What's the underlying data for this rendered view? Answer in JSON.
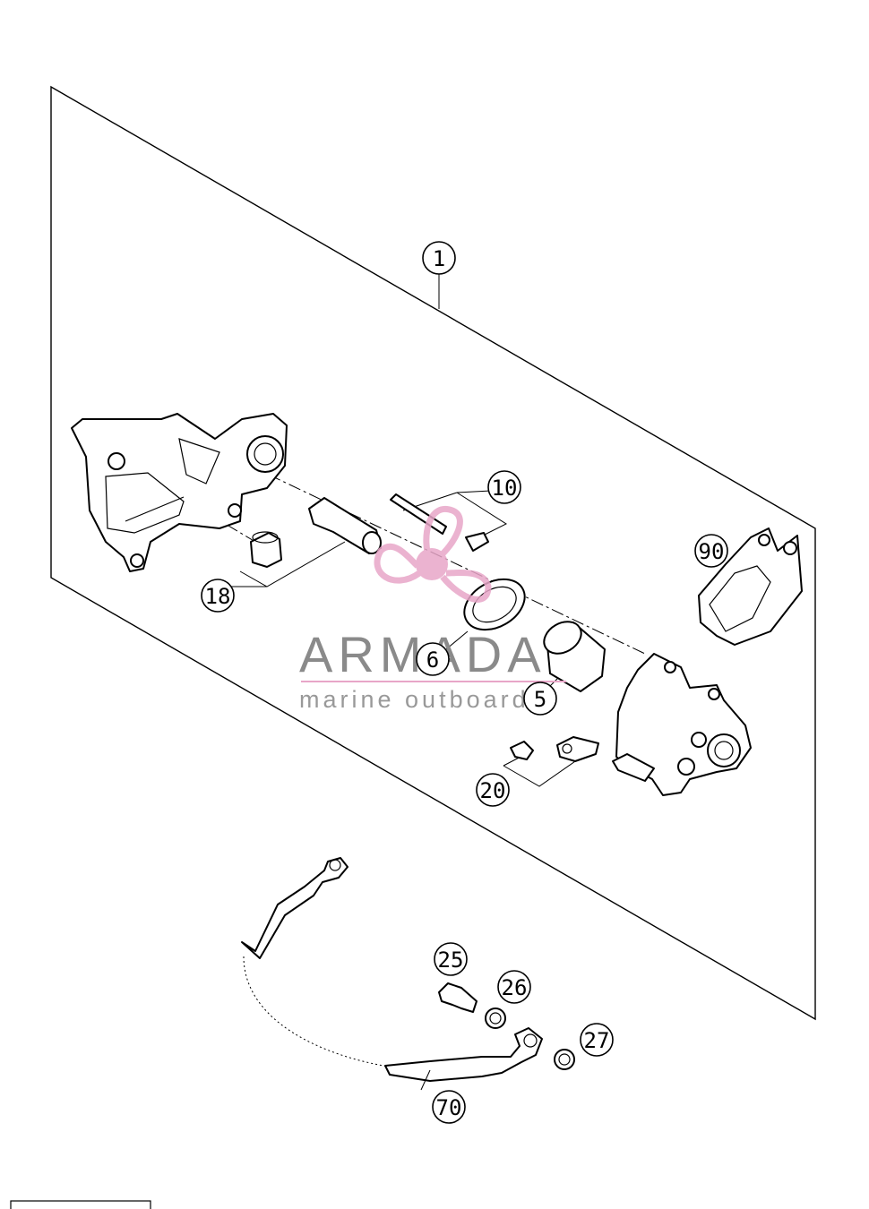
{
  "callouts": [
    {
      "id": "1",
      "label": "1"
    },
    {
      "id": "10",
      "label": "10"
    },
    {
      "id": "90",
      "label": "90"
    },
    {
      "id": "18",
      "label": "18"
    },
    {
      "id": "6",
      "label": "6"
    },
    {
      "id": "5",
      "label": "5"
    },
    {
      "id": "20",
      "label": "20"
    },
    {
      "id": "25",
      "label": "25"
    },
    {
      "id": "26",
      "label": "26"
    },
    {
      "id": "27",
      "label": "27"
    },
    {
      "id": "70",
      "label": "70"
    }
  ],
  "watermark": {
    "brand": "ARMADA",
    "tagline": "marine outboards",
    "colors": {
      "logo": "#e8a6c8",
      "text": "#8a8a8a"
    }
  }
}
